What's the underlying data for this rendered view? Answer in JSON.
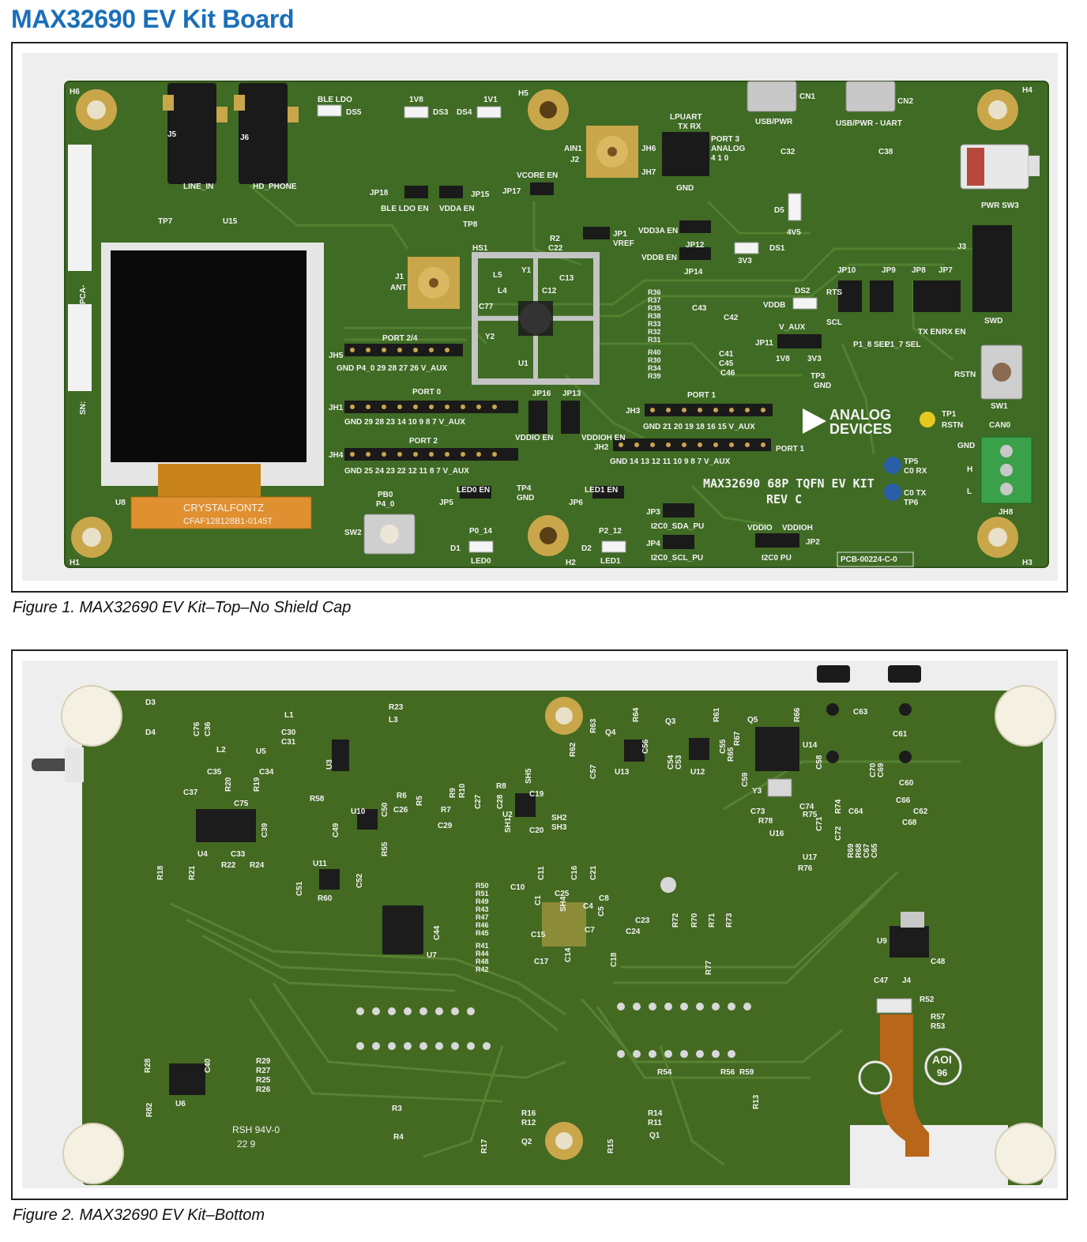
{
  "document": {
    "title": "MAX32690 EV Kit Board"
  },
  "figure1": {
    "caption": "Figure 1. MAX32690 EV Kit–Top–No Shield Cap",
    "board_color": "#3f6b24",
    "labels": {
      "h6": "H6",
      "h5": "H5",
      "h4": "H4",
      "h1": "H1",
      "h2": "H2",
      "h3": "H3",
      "j5": "J5",
      "j6": "J6",
      "line_in": "LINE_IN",
      "hd_phone": "HD_PHONE",
      "ble_ldo": "BLE LDO",
      "ds5": "DS5",
      "v1v8": "1V8",
      "ds3": "DS3",
      "ds4": "DS4",
      "v1v1": "1V1",
      "cn1": "CN1",
      "cn2": "CN2",
      "usb_pwr": "USB/PWR",
      "usb_pwr_uart": "USB/PWR - UART",
      "c32": "C32",
      "c38": "C38",
      "pwr_sw3": "PWR SW3",
      "lpuart": "LPUART",
      "tx_rx": "TX RX",
      "port3": "PORT 3",
      "analog": "ANALOG",
      "analog_pins": "4 1 0",
      "jh6": "JH6",
      "jh7": "JH7",
      "gnd": "GND",
      "ain1": "AIN1",
      "j2": "J2",
      "vcore_en": "VCORE EN",
      "jp17": "JP17",
      "jp18": "JP18",
      "jp15": "JP15",
      "ble_ldo_en": "BLE LDO EN",
      "vdda_en": "VDDA EN",
      "tp7": "TP7",
      "u15": "U15",
      "tp8": "TP8",
      "r2": "R2",
      "c22": "C22",
      "jp1": "JP1",
      "vref": "VREF",
      "vdd3a_en": "VDD3A EN",
      "jp12": "JP12",
      "vddb_en": "VDDB EN",
      "jp14": "JP14",
      "d5": "D5",
      "v4v5": "4V5",
      "ds1": "DS1",
      "v3v3": "3V3",
      "ds2": "DS2",
      "vddb": "VDDB",
      "j3": "J3",
      "swd": "SWD",
      "jp10": "JP10",
      "jp9": "JP9",
      "jp8": "JP8",
      "jp7": "JP7",
      "rts": "RTS",
      "scl": "SCL",
      "p1_8_sel": "P1_8 SEL",
      "p1_7_sel": "P1_7 SEL",
      "tx_en": "TX EN",
      "rx_en": "RX EN",
      "pca": "PCA-",
      "sn": "SN:",
      "j1": "J1",
      "ant": "ANT",
      "hs1": "HS1",
      "y1": "Y1",
      "y2": "Y2",
      "u1": "U1",
      "c12": "C12",
      "c13": "C13",
      "c77": "C77",
      "l5": "L5",
      "l4": "L4",
      "r_col1": [
        "R36",
        "R37",
        "R35",
        "R38",
        "R33",
        "R32",
        "R31",
        "R40",
        "R30",
        "R34",
        "R39"
      ],
      "c43": "C43",
      "c42": "C42",
      "c41": "C41",
      "c45": "C45",
      "c46": "C46",
      "v_aux": "V_AUX",
      "jp11": "JP11",
      "v1v8b": "1V8",
      "v3v3b": "3V3",
      "tp3": "TP3",
      "rstn": "RSTN",
      "sw1": "SW1",
      "tp1": "TP1",
      "rstn_tp": "RSTN",
      "jh5": "JH5",
      "port24": "PORT 2/4",
      "jh5_pins": "GND P4_0 29 28 27 26 V_AUX",
      "jh1": "JH1",
      "port0": "PORT 0",
      "jh1_pins": "GND 29 28 23 14 10 9 8 7 V_AUX",
      "jp16": "JP16",
      "jp13": "JP13",
      "vddio_en": "VDDIO EN",
      "vddioh_en": "VDDIOH EN",
      "jh3": "JH3",
      "port1": "PORT 1",
      "jh3_pins": "GND 21 20 19 18 16 15 V_AUX",
      "analog_devices_1": "ANALOG",
      "analog_devices_2": "DEVICES",
      "jh4": "JH4",
      "port2": "PORT 2",
      "jh4_pins": "GND 25 24 23 22 12 11 8 7 V_AUX",
      "jh2": "JH2",
      "port1b": "PORT 1",
      "jh2_pins": "GND 14 13 12 11 10 9 8 7 V_AUX",
      "tp5": "TP5",
      "c0_rx": "C0 RX",
      "c0_tx": "C0 TX",
      "tp6": "TP6",
      "can0": "CAN0",
      "gnd_can": "GND",
      "h": "H",
      "l": "L",
      "jh8": "JH8",
      "board_name": "MAX32690 68P TQFN EV KIT",
      "rev": "REV C",
      "u8": "U8",
      "crystalfontz": "CRYSTALFONTZ",
      "lcd_part": "CFAF128128B1-0145T",
      "pb0": "PB0",
      "p4_0": "P4_0",
      "sw2": "SW2",
      "led0_en": "LED0 EN",
      "jp5": "JP5",
      "tp4": "TP4",
      "led1_en": "LED1 EN",
      "jp6": "JP6",
      "p0_14": "P0_14",
      "d1": "D1",
      "led0": "LED0",
      "p2_12": "P2_12",
      "d2": "D2",
      "led1": "LED1",
      "jp3": "JP3",
      "i2c0_sda_pu": "I2C0_SDA_PU",
      "jp4": "JP4",
      "i2c0_scl_pu": "I2C0_SCL_PU",
      "vddio": "VDDIO",
      "vddioh": "VDDIOH",
      "jp2": "JP2",
      "i2c0_pu": "I2C0 PU",
      "pcb": "PCB-00224-C-0"
    }
  },
  "figure2": {
    "caption": "Figure 2. MAX32690 EV Kit–Bottom",
    "board_color": "#446a22",
    "labels": {
      "d3": "D3",
      "d4": "D4",
      "c76": "C76",
      "c36": "C36",
      "l2": "L2",
      "l1": "L1",
      "c30": "C30",
      "c31": "C31",
      "r23": "R23",
      "l3": "L3",
      "u5": "U5",
      "c35": "C35",
      "c34": "C34",
      "r20": "R20",
      "r19": "R19",
      "c37": "C37",
      "c75": "C75",
      "u3": "U3",
      "r58": "R58",
      "u10": "U10",
      "c49": "C49",
      "c50": "C50",
      "r55": "R55",
      "c39": "C39",
      "u4": "U4",
      "c33": "C33",
      "r18": "R18",
      "r21": "R21",
      "r22": "R22",
      "r24": "R24",
      "u11": "U11",
      "c51": "C51",
      "c52": "C52",
      "r60": "R60",
      "r6": "R6",
      "r5": "R5",
      "c26": "C26",
      "r9": "R9",
      "r10": "R10",
      "r7": "R7",
      "c29": "C29",
      "c27": "C27",
      "c28": "C28",
      "r8": "R8",
      "c19": "C19",
      "sh5": "SH5",
      "u2": "U2",
      "sh2": "SH2",
      "sh3": "SH3",
      "sh1": "SH1",
      "c20": "C20",
      "r63": "R63",
      "r64": "R64",
      "q4": "Q4",
      "r62": "R62",
      "c56": "C56",
      "c57": "C57",
      "u13": "U13",
      "q3": "Q3",
      "r61": "R61",
      "c54": "C54",
      "c53": "C53",
      "u12": "U12",
      "c55": "C55",
      "q5": "Q5",
      "r66": "R66",
      "r67": "R67",
      "r65": "R65",
      "u14": "U14",
      "c58": "C58",
      "c59": "C59",
      "y3": "Y3",
      "c73": "C73",
      "c74": "C74",
      "r75": "R75",
      "r74": "R74",
      "r78": "R78",
      "u16": "U16",
      "c71": "C71",
      "c72": "C72",
      "c64": "C64",
      "u17": "U17",
      "r76": "R76",
      "r69": "R69",
      "r68": "R68",
      "c67": "C67",
      "c65": "C65",
      "c63": "C63",
      "c61": "C61",
      "c70": "C70",
      "c69": "C69",
      "c60": "C60",
      "c66": "C66",
      "c62": "C62",
      "c68": "C68",
      "c10": "C10",
      "c11": "C11",
      "c16": "C16",
      "c21": "C21",
      "c25": "C25",
      "c8": "C8",
      "sh4": "SH4",
      "c1": "C1",
      "c4": "C4",
      "c5": "C5",
      "c23": "C23",
      "c24": "C24",
      "c15": "C15",
      "c7": "C7",
      "c17": "C17",
      "c14": "C14",
      "c18": "C18",
      "r_col2": [
        "R50",
        "R51",
        "R49",
        "R43",
        "R47",
        "R46",
        "R45",
        "R41",
        "R44",
        "R48",
        "R42"
      ],
      "u7": "U7",
      "c44": "C44",
      "r72": "R72",
      "r70": "R70",
      "r71": "R71",
      "r73": "R73",
      "r77": "R77",
      "u9": "U9",
      "c48": "C48",
      "c47": "C47",
      "j4": "J4",
      "r52": "R52",
      "r57": "R57",
      "r53": "R53",
      "r28": "R28",
      "c40": "C40",
      "r29": "R29",
      "r27": "R27",
      "r25": "R25",
      "r26": "R26",
      "u6": "U6",
      "r82": "R82",
      "r54": "R54",
      "r56": "R56",
      "r59": "R59",
      "r13": "R13",
      "r3": "R3",
      "r4": "R4",
      "r16": "R16",
      "r12": "R12",
      "r17": "R17",
      "q2": "Q2",
      "r14": "R14",
      "r11": "R11",
      "r15": "R15",
      "q1": "Q1",
      "rsh": "RSH 94V-0",
      "date": "22 9",
      "aoi": "AOI",
      "aoi_num": "96"
    }
  }
}
